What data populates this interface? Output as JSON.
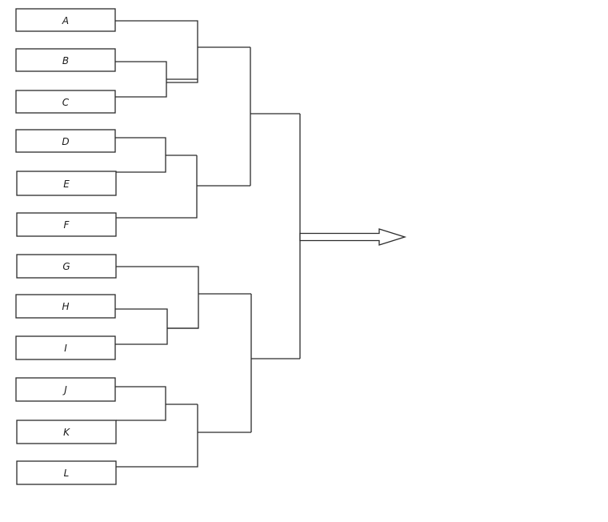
{
  "bracket": {
    "teams": [
      "A",
      "B",
      "C",
      "D",
      "E",
      "F",
      "G",
      "H",
      "I",
      "J",
      "K",
      "L"
    ]
  }
}
